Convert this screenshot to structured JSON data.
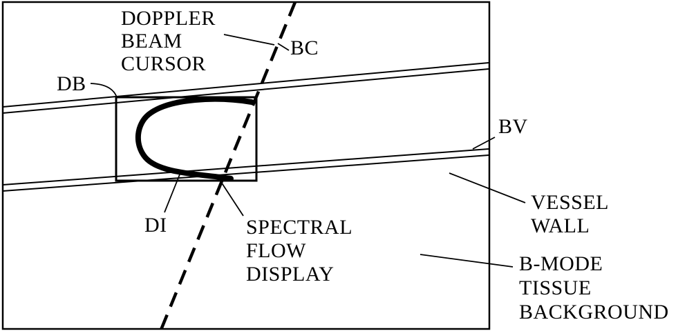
{
  "figure": {
    "labels": {
      "doppler_beam_cursor": [
        "DOPPLER",
        "BEAM",
        "CURSOR"
      ],
      "beam_cursor_abbrev": "BC",
      "doppler_box_abbrev": "DB",
      "blood_vessel_abbrev": "BV",
      "doppler_indicator_abbrev": "DI",
      "spectral_flow_display": [
        "SPECTRAL",
        "FLOW",
        "DISPLAY"
      ],
      "vessel_wall": [
        "VESSEL",
        "WALL"
      ],
      "b_mode_tissue_background": [
        "B-MODE",
        "TISSUE",
        "BACKGROUND"
      ]
    },
    "colors": {
      "ink": "#000000",
      "background": "#ffffff"
    }
  }
}
